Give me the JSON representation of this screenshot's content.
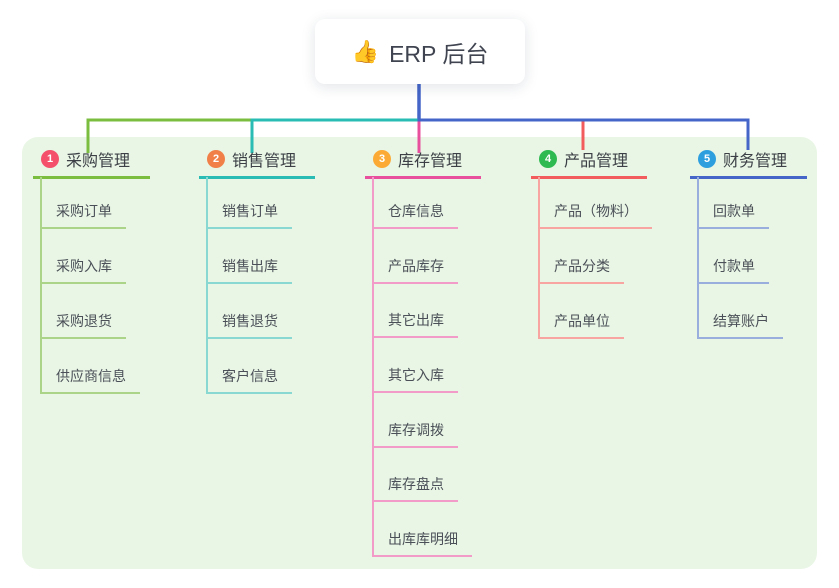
{
  "root": {
    "icon": "thumbs-up-emoji",
    "icon_char": "👍",
    "label": "ERP 后台"
  },
  "branches": [
    {
      "number": "1",
      "label": "采购管理",
      "badge_color": "#f4506c",
      "line_color": "#7abd3f",
      "child_line_color": "#abd489",
      "children": [
        "采购订单",
        "采购入库",
        "采购退货",
        "供应商信息"
      ]
    },
    {
      "number": "2",
      "label": "销售管理",
      "badge_color": "#f08048",
      "line_color": "#28bcb4",
      "child_line_color": "#8ad8d2",
      "children": [
        "销售订单",
        "销售出库",
        "销售退货",
        "客户信息"
      ]
    },
    {
      "number": "3",
      "label": "库存管理",
      "badge_color": "#fbab35",
      "line_color": "#e8509e",
      "child_line_color": "#f29bc9",
      "children": [
        "仓库信息",
        "产品库存",
        "其它出库",
        "其它入库",
        "库存调拨",
        "库存盘点",
        "出库库明细"
      ]
    },
    {
      "number": "4",
      "label": "产品管理",
      "badge_color": "#2eb951",
      "line_color": "#f25c5c",
      "child_line_color": "#f8a5a2",
      "children": [
        "产品（物料）",
        "产品分类",
        "产品单位"
      ]
    },
    {
      "number": "5",
      "label": "财务管理",
      "badge_color": "#2d9fdf",
      "line_color": "#4565c8",
      "child_line_color": "#9aaede",
      "children": [
        "回款单",
        "付款单",
        "结算账户"
      ]
    }
  ],
  "colors": {
    "canvas_bg": "#ffffff",
    "panel_bg": "#e9f6e5",
    "root_connector": "#4565c8",
    "text_primary": "#3c4046",
    "text_secondary": "#4b5058"
  }
}
